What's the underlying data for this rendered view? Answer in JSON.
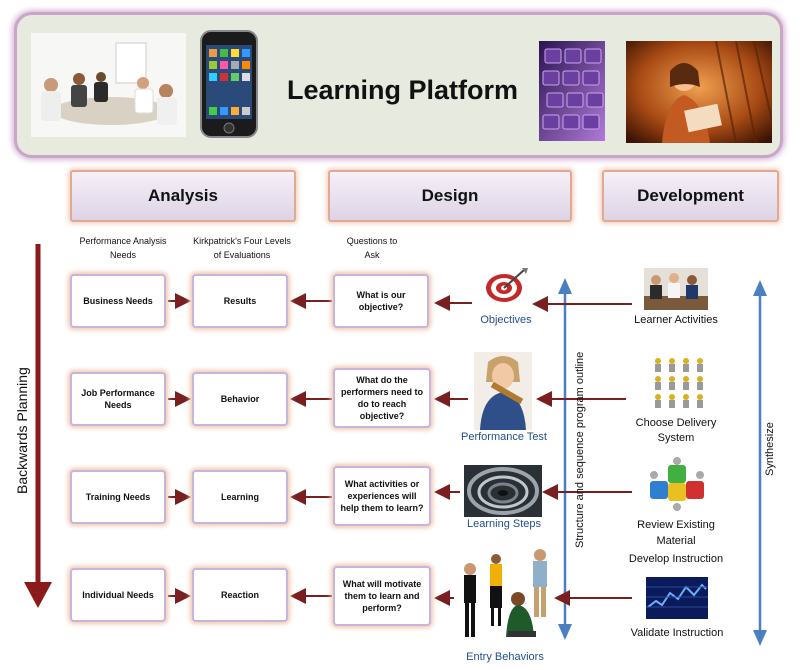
{
  "banner": {
    "title": "Learning Platform"
  },
  "phases": [
    "Analysis",
    "Design",
    "Development"
  ],
  "column_headers": {
    "analysis_needs": "Performance Analysis Needs",
    "kirkpatrick": "Kirkpatrick's Four Levels of Evaluations",
    "questions": "Questions to Ask"
  },
  "rows": [
    {
      "need": "Business Needs",
      "level": "Results",
      "question": "What is our objective?",
      "output": "Objectives",
      "dev": "Learner Activities"
    },
    {
      "need": "Job Performance Needs",
      "level": "Behavior",
      "question": "What do the performers need to do to reach objective?",
      "output": "Performance Test",
      "dev": "Choose Delivery System"
    },
    {
      "need": "Training Needs",
      "level": "Learning",
      "question": "What activities or experiences will help them to learn?",
      "output": "Learning Steps",
      "dev": "Review Existing Material"
    },
    {
      "need": "Individual Needs",
      "level": "Reaction",
      "question": "What will motivate them to learn and perform?",
      "output": "Entry Behaviors",
      "dev": "Validate Instruction"
    }
  ],
  "extra_dev": "Develop  Instruction",
  "side_labels": {
    "backwards": "Backwards   Planning",
    "structure": "Structure   and   sequence   program   outline",
    "synthesize": "Synthesize"
  },
  "colors": {
    "arrow_red": "#7a1f1f",
    "planning_arrow": "#8b1a1a",
    "blue_arrow": "#4a7fc0",
    "label_blue": "#1f4e8c",
    "box_border": "#c8b4dc",
    "box_glow": "#f0c8b0"
  },
  "icons": [
    "meeting-photo",
    "smartphone-image",
    "keyboard-photo",
    "woman-reading-photo",
    "target-icon",
    "person-with-tool-icon",
    "spiral-staircase-icon",
    "people-group-icon",
    "business-meeting-icon",
    "people-figures-icon",
    "puzzle-people-icon",
    "chart-screen-icon"
  ]
}
